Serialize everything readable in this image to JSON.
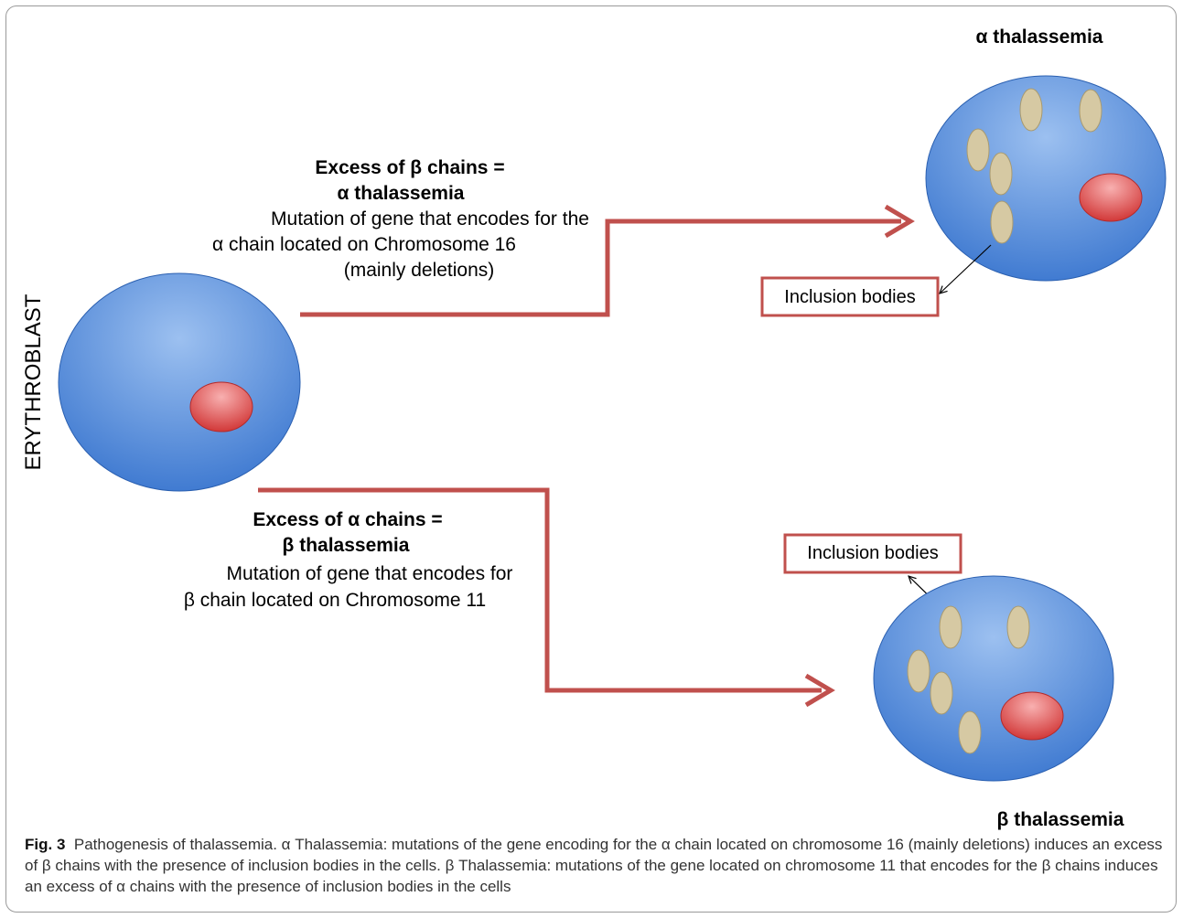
{
  "side_label": "ERYTHROBLAST",
  "alpha": {
    "title": "α  thalassemia",
    "line1": "Excess of β  chains =",
    "line2": "α thalassemia",
    "line3": "Mutation of gene that encodes for the",
    "line4": "α chain located on Chromosome 16",
    "line5": "(mainly deletions)",
    "inclusion_label": "Inclusion bodies"
  },
  "beta": {
    "title": "β  thalassemia",
    "line1": "Excess of  α chains =",
    "line2": "β thalassemia",
    "line3": "Mutation of gene that encodes for",
    "line4": "β chain located on Chromosome 11",
    "inclusion_label": "Inclusion bodies"
  },
  "caption": {
    "label": "Fig. 3",
    "text": "Pathogenesis of thalassemia. α Thalassemia: mutations of the gene encoding for the α chain located on chromosome 16 (mainly deletions) induces an excess of β chains with the presence of inclusion bodies in the cells. β Thalassemia: mutations of the gene located on chromosome 11 that encodes for the β chains induces an excess of α chains with the presence of inclusion bodies in the cells"
  },
  "colors": {
    "cell_light": "#8db4ea",
    "cell_dark": "#3a76cf",
    "nucleus_light": "#f6a3a3",
    "nucleus_dark": "#d23a3a",
    "inclusion": "#d6c9a3",
    "arrow": "#c0504d"
  }
}
